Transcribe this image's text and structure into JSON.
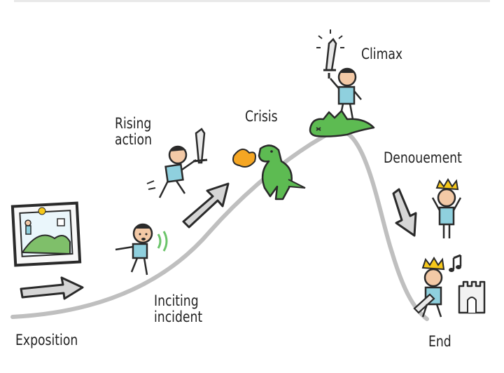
{
  "labels": {
    "exposition": "Exposition",
    "inciting_line1": "Inciting",
    "inciting_line2": "incident",
    "rising_line1": "Rising",
    "rising_line2": "action",
    "crisis": "Crisis",
    "climax": "Climax",
    "denouement": "Denouement",
    "end": "End"
  },
  "icons": [
    "landscape-picture-icon",
    "right-arrow-icon",
    "worried-figure-icon",
    "running-sword-figure-icon",
    "up-arrow-icon",
    "fire-breathing-dragon-icon",
    "victorious-figure-icon",
    "dead-dragon-icon",
    "down-arrow-icon",
    "crowned-figure-icon",
    "crowned-knight-icon",
    "castle-icon",
    "music-note-icon"
  ],
  "colors": {
    "curve": "#bfbfbf",
    "skin": "#f3c9a6",
    "shirt": "#8fd0de",
    "dragon": "#5dbb52",
    "fire": "#f5a623",
    "crown": "#f6c81a",
    "arrow_fill": "#d6d6d6",
    "frame": "#2a2a2a"
  }
}
